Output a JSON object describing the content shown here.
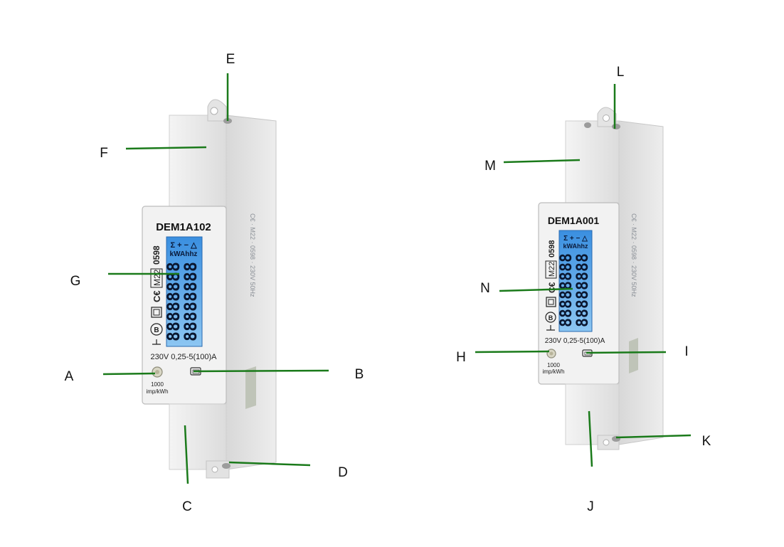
{
  "meters": [
    {
      "model": "DEM1A102",
      "cert": "0598",
      "mid": "M22",
      "ce": "C€",
      "lcd_symbols": "Σ + − △",
      "lcd_units": "kWAhhz",
      "lcd_digits": "88888888",
      "rating": "230V 0,25-5(100)A",
      "impulse_rate": "1000",
      "impulse_unit": "imp/kWh"
    },
    {
      "model": "DEM1A001",
      "cert": "0598",
      "mid": "M22",
      "ce": "C€",
      "lcd_symbols": "Σ + − △",
      "lcd_units": "kWAhhz",
      "lcd_digits": "88888888",
      "rating": "230V 0,25-5(100)A",
      "impulse_rate": "1000",
      "impulse_unit": "imp/kWh"
    }
  ],
  "callouts": {
    "A": "A",
    "B": "B",
    "C": "C",
    "D": "D",
    "E": "E",
    "F": "F",
    "G": "G",
    "H": "H",
    "I": "I",
    "J": "J",
    "K": "K",
    "L": "L",
    "M": "M",
    "N": "N"
  },
  "colors": {
    "leader": "#1a7a1a",
    "lcd_blue": "#4aa8e8",
    "housing": "#ececec",
    "housing_shadow": "#cfcfcf"
  }
}
